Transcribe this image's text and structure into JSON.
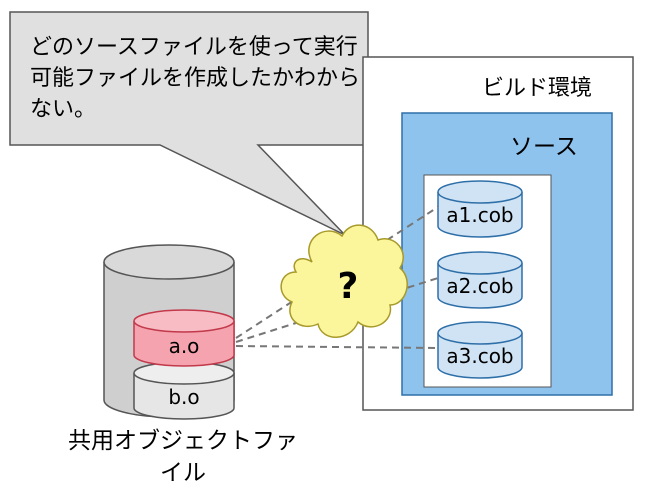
{
  "callout": {
    "text": "どのソースファイルを使って実行可能ファイルを作成したかわからない。"
  },
  "build_environment": {
    "title": "ビルド環境",
    "source_group": {
      "title": "ソース",
      "files": [
        "a1.cob",
        "a2.cob",
        "a3.cob"
      ]
    }
  },
  "unknown_mark": "?",
  "shared_object": {
    "label": "共用オブジェクトファイル",
    "members": [
      "a.o",
      "b.o"
    ]
  },
  "colors": {
    "callout_fill": "#e0e0e0",
    "source_panel": "#8ec3ee",
    "source_cylinder": "#cfe3f5",
    "highlight_member": "#f5a3ae",
    "cloud": "#fbf59b",
    "outer_cylinder": "#cfcfcf",
    "member_gray": "#e6e6e6"
  }
}
